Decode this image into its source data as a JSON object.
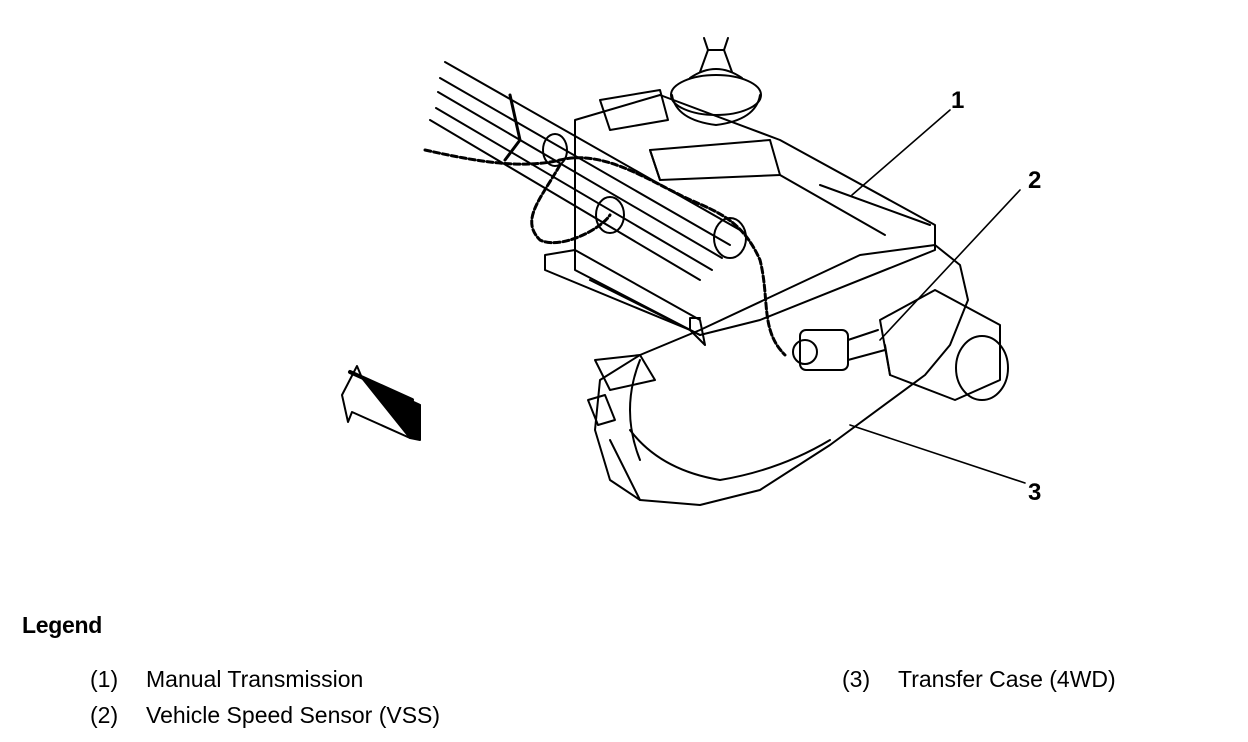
{
  "callouts": [
    "1",
    "2",
    "3"
  ],
  "legend": {
    "title": "Legend",
    "items": [
      {
        "number": "(1)",
        "label": "Manual Transmission"
      },
      {
        "number": "(2)",
        "label": "Vehicle Speed Sensor (VSS)"
      },
      {
        "number": "(3)",
        "label": "Transfer Case (4WD)"
      }
    ]
  },
  "colors": {
    "ink": "#000000",
    "paper": "#ffffff"
  },
  "icons": [
    "direction-arrow-icon"
  ]
}
